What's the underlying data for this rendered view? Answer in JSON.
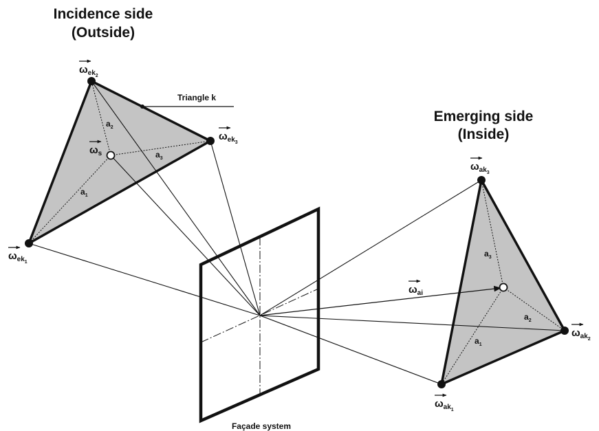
{
  "headings": {
    "incidence_line1": "Incidence side",
    "incidence_line2": "(Outside)",
    "emerging_line1": "Emerging side",
    "emerging_line2": "(Inside)"
  },
  "labels": {
    "triangle_k": "Triangle k",
    "facade_system": "Façade system",
    "omega_symbol": "ω",
    "a1": "a",
    "a1_sub": "1",
    "a2": "a",
    "a2_sub": "2",
    "a3": "a",
    "a3_sub": "3"
  },
  "vectors": {
    "ek1": {
      "sub": "ek",
      "subsub": "1"
    },
    "ek2": {
      "sub": "ek",
      "subsub": "2"
    },
    "ek3": {
      "sub": "ek",
      "subsub": "3"
    },
    "s": {
      "sub": "s",
      "subsub": ""
    },
    "ak1": {
      "sub": "ak",
      "subsub": "1"
    },
    "ak2": {
      "sub": "ak",
      "subsub": "2"
    },
    "ak3": {
      "sub": "ak",
      "subsub": "3"
    },
    "ai": {
      "sub": "ai",
      "subsub": ""
    }
  },
  "colors": {
    "triangle_fill": "#c4c4c4",
    "stroke": "#111111",
    "background": "#ffffff"
  }
}
